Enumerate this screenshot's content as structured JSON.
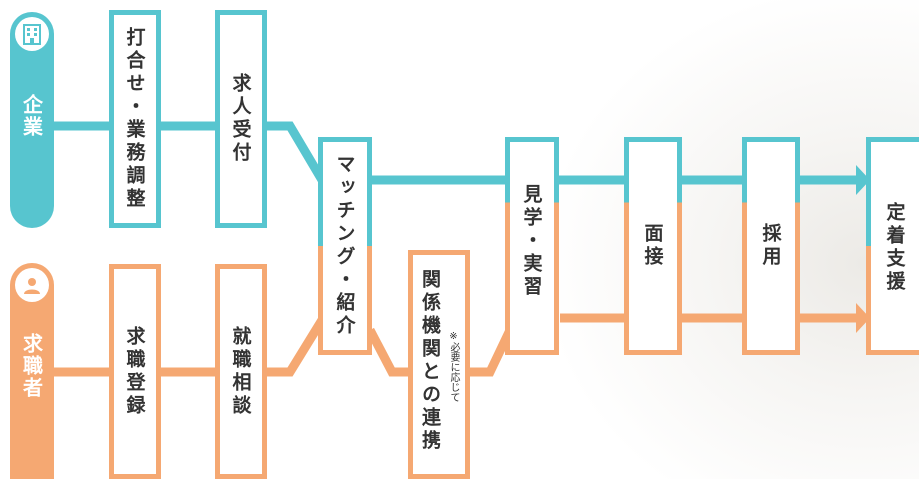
{
  "colors": {
    "company": "#57c5cf",
    "jobseeker": "#f5a872",
    "text": "#333333"
  },
  "lanes": {
    "company": {
      "label": "企業",
      "icon": "building-icon"
    },
    "jobseeker": {
      "label": "求職者",
      "icon": "person-icon"
    }
  },
  "steps": {
    "meeting": "打合せ・業務調整",
    "job_intake": "求人受付",
    "registration": "求職登録",
    "consultation": "就職相談",
    "matching": "マッチング・紹介",
    "agency_main": "関係機関との連携",
    "agency_note": "※必要に応じて",
    "tour": "見学・実習",
    "interview": "面接",
    "hiring": "採用",
    "retention": "定着支援"
  }
}
